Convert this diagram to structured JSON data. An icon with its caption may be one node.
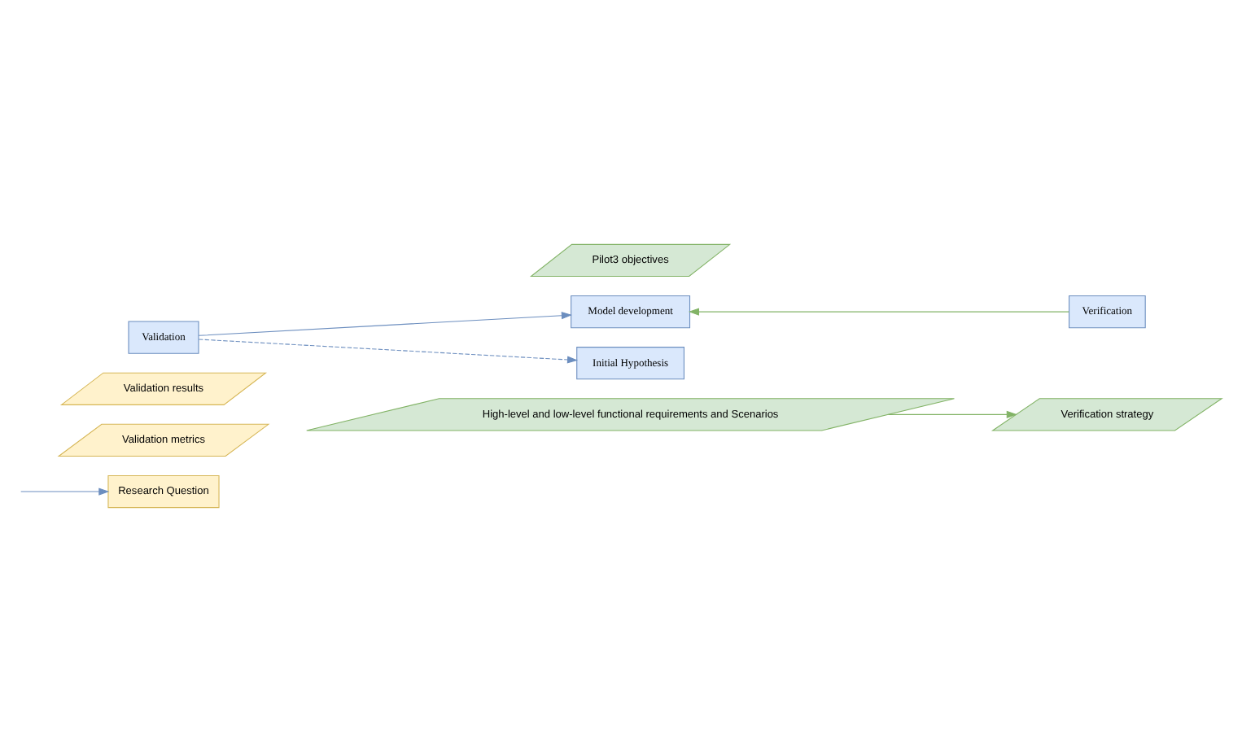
{
  "diagram": {
    "nodes": [
      {
        "text": [
          "Research Question"
        ]
      },
      {
        "text": [
          "Validation metrics"
        ]
      },
      {
        "text": [
          "Verification strategy"
        ]
      },
      {
        "text": [
          "Validation results"
        ]
      },
      {
        "text": [
          "High-level and low-level functional requirements and Scenarios"
        ]
      },
      {
        "text": [
          "Validation"
        ]
      },
      {
        "text": [
          "Pilot3 objectives"
        ]
      },
      {
        "text": [
          "Verification"
        ]
      },
      {
        "text": [
          "Model development"
        ]
      },
      {
        "text": [
          "Initial Hypothesis"
        ]
      }
    ],
    "edges": [
      {
        "from": null,
        "to": 0,
        "arrow": "to"
      },
      {
        "from": 4,
        "to": 2,
        "arrow": "to",
        "color": "#82b366"
      },
      {
        "from": 7,
        "to": 8,
        "arrow": "to",
        "color": "#82b366"
      },
      {
        "from": 5,
        "to": 8,
        "arrow": "to"
      },
      {
        "from": 5,
        "to": 9,
        "arrow": "to",
        "style": "dashed"
      }
    ]
  }
}
